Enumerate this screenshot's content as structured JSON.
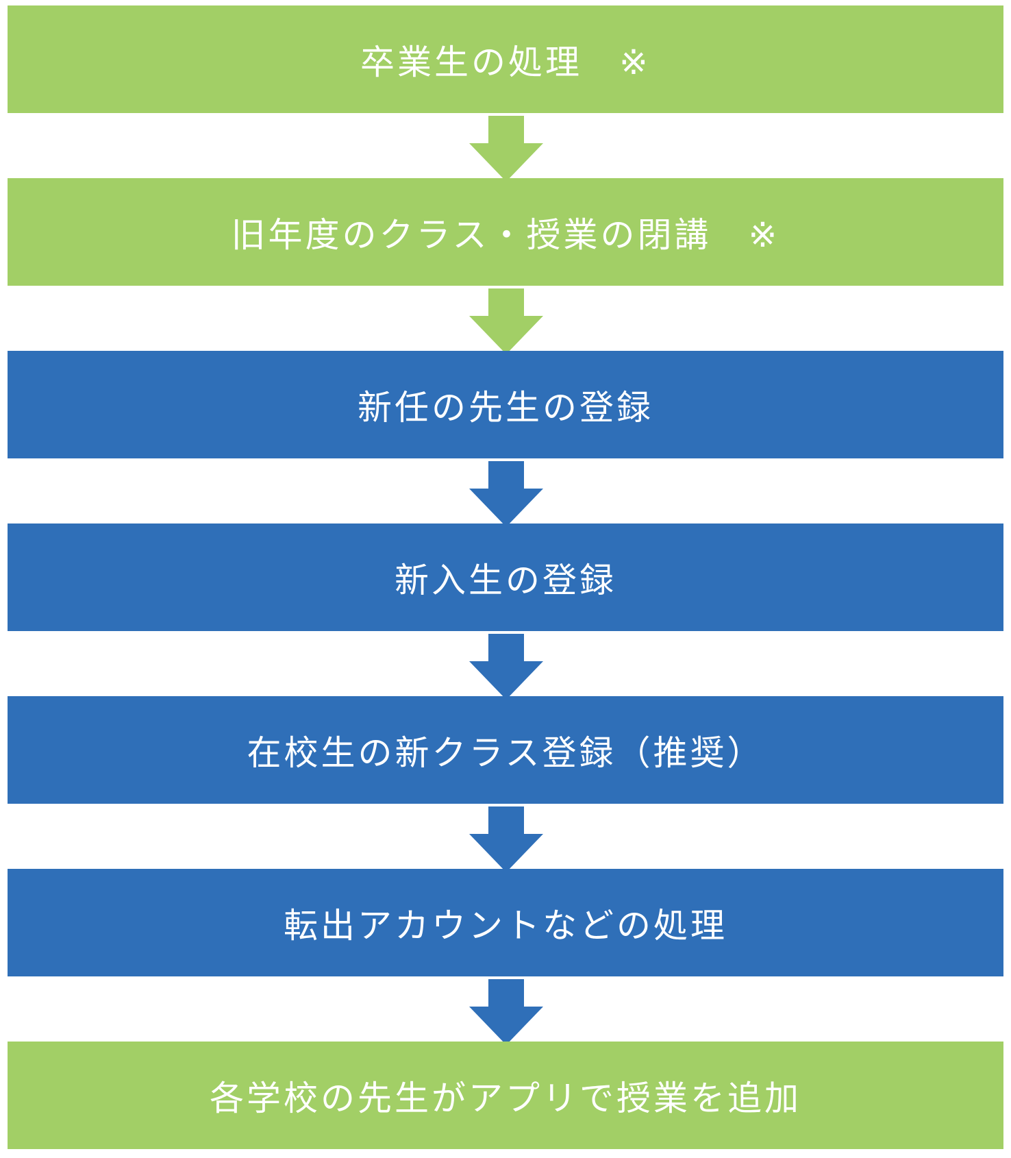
{
  "colors": {
    "green": "#A2CF66",
    "blue": "#2F6FB8",
    "text": "#FFFFFF"
  },
  "steps": [
    {
      "label": "卒業生の処理　※",
      "color": "green"
    },
    {
      "label": "旧年度のクラス・授業の閉講　※",
      "color": "green"
    },
    {
      "label": "新任の先生の登録",
      "color": "blue"
    },
    {
      "label": "新入生の登録",
      "color": "blue"
    },
    {
      "label": "在校生の新クラス登録（推奨）",
      "color": "blue"
    },
    {
      "label": "転出アカウントなどの処理",
      "color": "blue"
    },
    {
      "label": "各学校の先生がアプリで授業を追加",
      "color": "green"
    }
  ],
  "arrows": [
    {
      "icon": "down-arrow-icon",
      "color": "green"
    },
    {
      "icon": "down-arrow-icon",
      "color": "green"
    },
    {
      "icon": "down-arrow-icon",
      "color": "blue"
    },
    {
      "icon": "down-arrow-icon",
      "color": "blue"
    },
    {
      "icon": "down-arrow-icon",
      "color": "blue"
    },
    {
      "icon": "down-arrow-icon",
      "color": "blue"
    }
  ]
}
